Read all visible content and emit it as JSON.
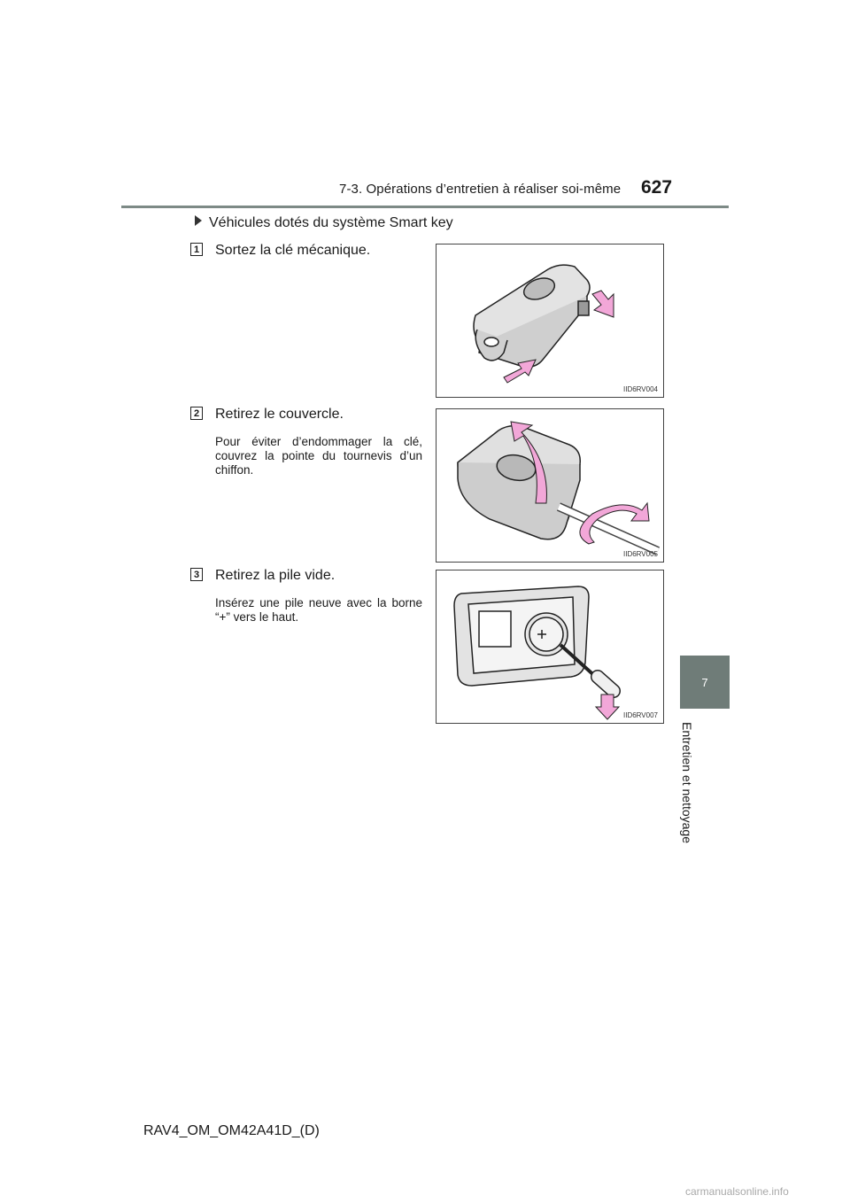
{
  "header": {
    "section": "7-3. Opérations d’entretien à réaliser soi-même",
    "page_number": "627"
  },
  "chapter_tab": {
    "number": "7",
    "title": "Entretien et nettoyage"
  },
  "subheading": "Véhicules dotés du système Smart key",
  "steps": [
    {
      "number": "1",
      "title": "Sortez la clé mécanique.",
      "note": "",
      "figure_code": "IID6RV004"
    },
    {
      "number": "2",
      "title": "Retirez le couvercle.",
      "note": "Pour éviter d’endommager la clé, couvrez la pointe du tournevis d’un chiffon.",
      "figure_code": "IID6RV005"
    },
    {
      "number": "3",
      "title": "Retirez la pile vide.",
      "note": "Insérez une pile neuve avec la borne “+” vers le haut.",
      "figure_code": "IID6RV007"
    }
  ],
  "footer": {
    "model": "RAV4_OM_OM42A41D_(D)"
  },
  "watermark": "carmanualsonline.info",
  "colors": {
    "rule": "#7d8a86",
    "tab": "#6f7c78",
    "arrow": "#f2a7d8",
    "key": "#d9d9d9"
  }
}
